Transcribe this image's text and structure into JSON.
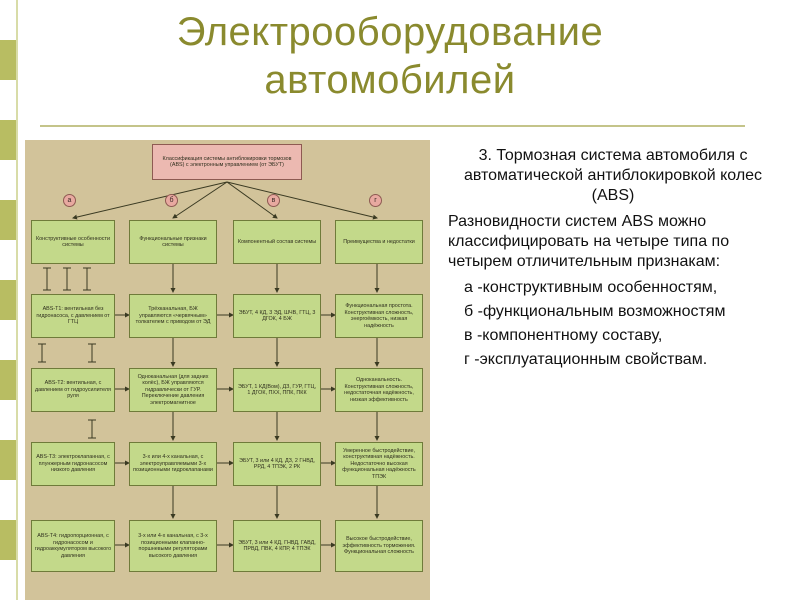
{
  "title": {
    "line1": "Электрооборудование",
    "line2": "автомобилей"
  },
  "diagram": {
    "root": "Классификация системы антиблокировки тормозов (ABS) с электронным управлением (от ЭБУТ)",
    "markers": [
      "а",
      "б",
      "в",
      "г"
    ],
    "headers": [
      "Конструктивные особенности системы",
      "Функциональные признаки системы",
      "Компонентный состав системы",
      "Преимущества и недостатки"
    ],
    "rows": [
      [
        "ABS-T1: вентильная без гидронасоса, с давлением от ГТЦ",
        "Трёхканальная, БЖ управляются «червячным» толкателем с приводом от ЭД",
        "ЭБУТ, 4 КД, 3 ЭД, ШЧВ, ГТЦ, 3 ДГОК, 4 БЖ",
        "Функциональная простота. Конструктивная сложность, энергоёмкость, низкая надёжность"
      ],
      [
        "ABS-T2: вентильная, с давлением от гидроусилителя руля",
        "Одноканальная (для задних колёс), БЖ управляются гидравлически от ГУР. Переключение давления электромагнитное",
        "ЭБУТ, 1 КД(Вом), ДЗ, ГУР, ГТЦ, 1 ДГОК, ПХХ, ППК, ПКК",
        "Одноканальность. Конструктивная сложность, недостаточная надёжность, низкая эффективность"
      ],
      [
        "ABS-T3: электроклапанная, с плунжерным гидронасосом низкого давления",
        "3-х или 4-х канальная, с электроуправляемыми 3-х позиционными гидроклапанами",
        "ЭБУТ, 3 или 4 КД, ДЗ, 2 ГНВД, РРД, 4 ТПЭК, 2 РК",
        "Умеренное быстродействие, конструктивная надёжность. Недостаточно высокая функциональная надёжность ТПЭК"
      ],
      [
        "ABS-T4: гидропорционная, с гидронасосом и гидроаккумулятором высокого давления",
        "3-х или 4-х канальная, с 3-х позиционными клапанно-поршневыми регуляторами высокого давления",
        "ЭБУТ, 3 или 4 КД, ГНВД, ГАВД, ПРВД, ПВК, 4 КПР, 4 ТПЭК",
        "Высокое быстродействие, эффективность торможения. Функциональная сложность"
      ]
    ]
  },
  "text": {
    "heading": "3. Тормозная система автомобиля с автоматической антиблокировкой колес (ABS)",
    "intro": "Разновидности систем ABS можно классифицировать на четыре типа по четырем отличительным признакам:",
    "items": [
      "а -конструктивным особенностям,",
      "б -функциональным возможностям",
      "в -компонентному составу,",
      "г -эксплуатационным свойствам."
    ]
  }
}
